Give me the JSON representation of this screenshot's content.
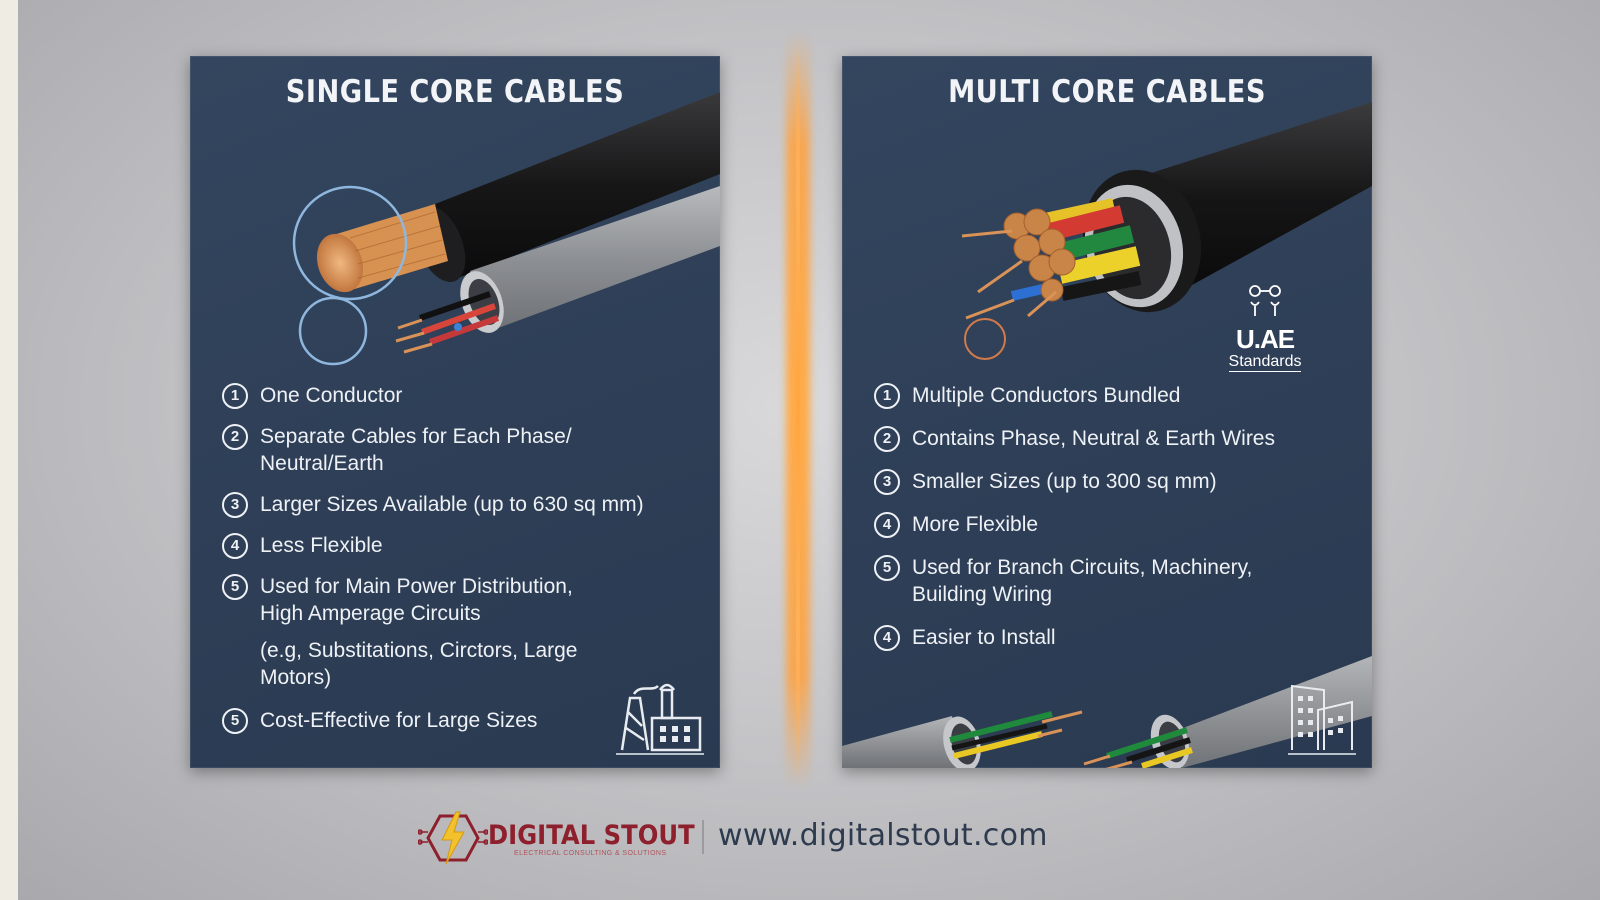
{
  "colors": {
    "panel_bg": "#2e3f57",
    "text": "#eef1f5",
    "divider_glow": "#ffa63f",
    "brand": "#8e1f2c",
    "url": "#2e3a4d"
  },
  "left_panel": {
    "title": "SINGLE CORE CABLES",
    "image": "single-core-cable-illustration",
    "features": [
      {
        "num": "1",
        "text": "One Conductor"
      },
      {
        "num": "2",
        "text": "Separate Cables for Each Phase/ Neutral/Earth"
      },
      {
        "num": "3",
        "text": "Larger Sizes Available (up to 630 sq mm)"
      },
      {
        "num": "4",
        "text": "Less Flexible"
      },
      {
        "num": "5",
        "text": "Used for Main Power Distribution, High Amperage Circuits"
      }
    ],
    "note": "(e.g,  Substitations,   Circtors, Large Motors)",
    "last_feature": {
      "num": "5",
      "text": "Cost-Effective for Large Sizes"
    },
    "corner_icon": "factory-icon"
  },
  "right_panel": {
    "title": "MULTI CORE CABLES",
    "image": "multi-core-cable-illustration",
    "badge": {
      "line1": "U.AE",
      "line2": "Standards",
      "icon": "uae-standards-icon"
    },
    "features": [
      {
        "num": "1",
        "text": "Multiple Conductors Bundled"
      },
      {
        "num": "2",
        "text": "Contains Phase, Neutral & Earth Wires"
      },
      {
        "num": "3",
        "text": "Smaller Sizes (up to 300 sq mm)"
      },
      {
        "num": "4",
        "text": "More Flexible"
      },
      {
        "num": "5",
        "text": "Used for Branch Circuits, Machinery, Building Wiring"
      },
      {
        "num": "4",
        "text": "Easier to Install"
      }
    ],
    "corner_icon": "building-icon"
  },
  "footer": {
    "brand_name": "DIGITAL STOUT",
    "brand_tagline": "ELECTRICAL CONSULTING & SOLUTIONS",
    "url": "www.digitalstout.com",
    "logo_icon": "lightning-bolt-logo-icon"
  }
}
